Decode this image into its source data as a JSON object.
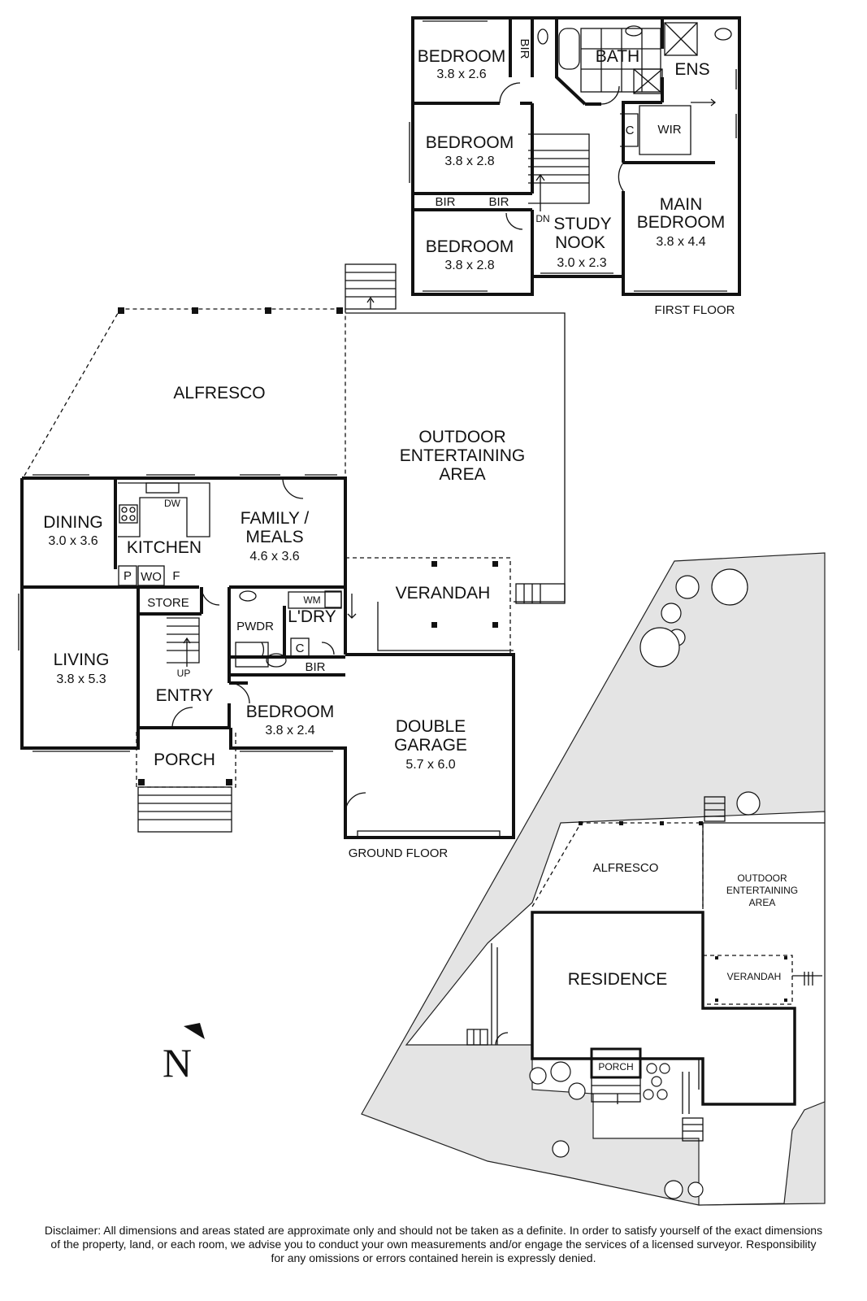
{
  "first_floor": {
    "caption": "FIRST FLOOR",
    "rooms": [
      {
        "name": "BEDROOM",
        "dim": "3.8 x 2.6"
      },
      {
        "name": "BEDROOM",
        "dim": "3.8 x 2.8"
      },
      {
        "name": "BEDROOM",
        "dim": "3.8 x 2.8"
      },
      {
        "name": "BATH"
      },
      {
        "name": "ENS"
      },
      {
        "name": "WIR"
      },
      {
        "name": "STUDY",
        "name2": "NOOK",
        "dim": "3.0 x 2.3"
      },
      {
        "name": "MAIN",
        "name2": "BEDROOM",
        "dim": "3.8 x 4.4"
      }
    ],
    "small_labels": [
      "BIR",
      "BIR",
      "BIR",
      "C",
      "DN"
    ]
  },
  "ground_floor": {
    "caption": "GROUND FLOOR",
    "rooms": [
      {
        "name": "ALFRESCO"
      },
      {
        "name": "OUTDOOR",
        "name2": "ENTERTAINING",
        "name3": "AREA"
      },
      {
        "name": "DINING",
        "dim": "3.0 x 3.6"
      },
      {
        "name": "KITCHEN"
      },
      {
        "name": "FAMILY /",
        "name2": "MEALS",
        "dim": "4.6 x 3.6"
      },
      {
        "name": "VERANDAH"
      },
      {
        "name": "LIVING",
        "dim": "3.8 x 5.3"
      },
      {
        "name": "STORE"
      },
      {
        "name": "PWDR"
      },
      {
        "name": "L'DRY"
      },
      {
        "name": "ENTRY"
      },
      {
        "name": "BEDROOM",
        "dim": "3.8 x 2.4"
      },
      {
        "name": "DOUBLE",
        "name2": "GARAGE",
        "dim": "5.7 x 6.0"
      },
      {
        "name": "PORCH"
      }
    ],
    "small_labels": [
      "DW",
      "P",
      "WO",
      "F",
      "WM",
      "C",
      "BIR",
      "UP"
    ]
  },
  "site_plan": {
    "labels": [
      "ALFRESCO",
      "OUTDOOR",
      "ENTERTAINING",
      "AREA",
      "RESIDENCE",
      "VERANDAH",
      "PORCH"
    ]
  },
  "compass": {
    "label": "N"
  },
  "disclaimer": {
    "line1": "Disclaimer: All dimensions and areas stated are approximate only and should not be taken as a definite. In order to satisfy yourself of the exact dimensions",
    "line2": "of the property, land, or each room, we advise you to conduct your own measurements and/or engage the services of a licensed surveyor. Responsibility",
    "line3": "for any omissions or errors contained herein is expressly denied."
  }
}
